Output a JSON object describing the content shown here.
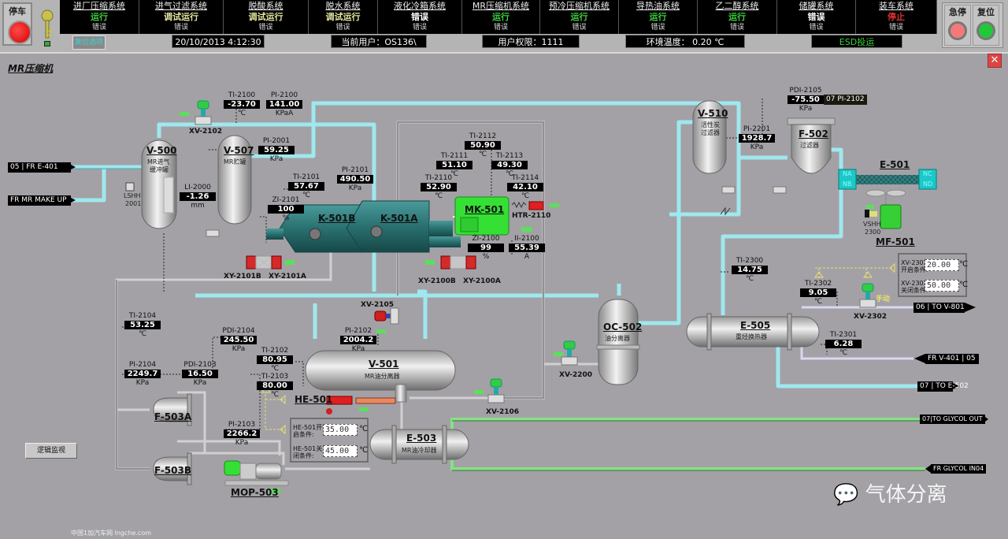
{
  "header": {
    "stop_button_label": "停车",
    "reset_select_label": "复位选项",
    "systems": [
      {
        "name": "进厂压缩系统",
        "status": "运行",
        "status_color": "#3ecf3e",
        "error": "错误"
      },
      {
        "name": "进气过滤系统",
        "status": "调试运行",
        "status_color": "#e6e6a0",
        "error": "错误"
      },
      {
        "name": "脱酸系统",
        "status": "调试运行",
        "status_color": "#e6e6a0",
        "error": "错误"
      },
      {
        "name": "脱水系统",
        "status": "调试运行",
        "status_color": "#e6e6a0",
        "error": "错误"
      },
      {
        "name": "液化冷箱系统",
        "status": "错误",
        "status_color": "#ffffff",
        "error": "错误"
      },
      {
        "name": "MR压缩机系统",
        "status": "运行",
        "status_color": "#3ecf3e",
        "error": "错误"
      },
      {
        "name": "预冷压缩机系统",
        "status": "运行",
        "status_color": "#3ecf3e",
        "error": "错误"
      },
      {
        "name": "导热油系统",
        "status": "运行",
        "status_color": "#3ecf3e",
        "error": "错误"
      },
      {
        "name": "乙二醇系统",
        "status": "运行",
        "status_color": "#3ecf3e",
        "error": "错误"
      },
      {
        "name": "储罐系统",
        "status": "错误",
        "status_color": "#ffffff",
        "error": "错误"
      },
      {
        "name": "装车系统",
        "status": "停止",
        "status_color": "#e03030",
        "error": "错误"
      }
    ],
    "datetime": "20/10/2013 4:12:30",
    "current_user": "当前用户：OS136\\",
    "user_rights": "用户权限：1111",
    "ambient_temp": "环境温度：  0.20   ℃",
    "esd_status": "ESD投运",
    "esd_label": "急停",
    "reset_label": "复位"
  },
  "page": {
    "title": "MR压缩机",
    "logic_button": "逻辑监视",
    "footer": "中国1加汽车网  lngche.com",
    "watermark": "气体分离"
  },
  "equipment": {
    "v500": {
      "name": "V-500",
      "desc1": "MR进气",
      "desc2": "缓冲罐"
    },
    "v507": {
      "name": "V-507",
      "desc1": "MR贮罐"
    },
    "k501b": {
      "name": "K-501B"
    },
    "k501a": {
      "name": "K-501A"
    },
    "mk501": {
      "name": "MK-501"
    },
    "v510": {
      "name": "V-510",
      "desc1": "活性炭",
      "desc2": "过滤器"
    },
    "f502": {
      "name": "F-502",
      "desc1": "过滤器"
    },
    "e501": {
      "name": "E-501",
      "na": "NA",
      "nb": "NB",
      "nc": "NC",
      "nd": "ND"
    },
    "mf501": {
      "name": "MF-501",
      "vshh": "VSHH",
      "vshh_no": "2300"
    },
    "oc502": {
      "name": "OC-502",
      "desc1": "油分离器"
    },
    "e505": {
      "name": "E-505",
      "desc1": "重烃换热器"
    },
    "v501": {
      "name": "V-501",
      "desc1": "MR油分离器"
    },
    "he501": {
      "name": "HE-501"
    },
    "e503": {
      "name": "E-503",
      "desc1": "MR油冷却器"
    },
    "f503a": {
      "name": "F-503A"
    },
    "f503b": {
      "name": "F-503B"
    },
    "mop503": {
      "name": "MOP-503"
    },
    "lshh": {
      "label": "LSHH",
      "no": "2001"
    },
    "htr": {
      "name": "HTR-2110"
    }
  },
  "valves": {
    "xv2102": "XV-2102",
    "xv2105": "XV-2105",
    "xv2106": "XV-2106",
    "xv2200": "XV-2200",
    "xv2302": "XV-2302",
    "xv2302_mode": "手动",
    "xy2101b": "XY-2101B",
    "xy2101a": "XY-2101A",
    "xy2100b": "XY-2100B",
    "xy2100a": "XY-2100A"
  },
  "tags": {
    "ti2100": {
      "id": "TI-2100",
      "value": "-23.70",
      "unit": "℃"
    },
    "pi2100": {
      "id": "PI-2100",
      "value": "141.00",
      "unit": "KPaA"
    },
    "pi2001": {
      "id": "PI-2001",
      "value": "59.25",
      "unit": "KPa"
    },
    "li2000": {
      "id": "LI-2000",
      "value": "-1.26",
      "unit": "mm"
    },
    "ti2101": {
      "id": "TI-2101",
      "value": "57.67",
      "unit": "℃"
    },
    "pi2101": {
      "id": "PI-2101",
      "value": "490.50",
      "unit": "KPa"
    },
    "zi2101": {
      "id": "ZI-2101",
      "value": "100",
      "unit": "%"
    },
    "ti2112": {
      "id": "TI-2112",
      "value": "50.90",
      "unit": "℃"
    },
    "ti2111": {
      "id": "TI-2111",
      "value": "51.10",
      "unit": "℃"
    },
    "ti2113": {
      "id": "TI-2113",
      "value": "49.30",
      "unit": "℃"
    },
    "ti2110": {
      "id": "TI-2110",
      "value": "52.90",
      "unit": "℃"
    },
    "ti2114": {
      "id": "TI-2114",
      "value": "42.10",
      "unit": "℃"
    },
    "zi2100": {
      "id": "ZI-2100",
      "value": "99",
      "unit": "%"
    },
    "ii2100": {
      "id": "II-2100",
      "value": "55.39",
      "unit": "A"
    },
    "pdi2105": {
      "id": "PDI-2105",
      "value": "-75.50",
      "unit": "KPa"
    },
    "pi2201": {
      "id": "PI-2201",
      "value": "1928.7",
      "unit": "KPa"
    },
    "ti2300": {
      "id": "TI-2300",
      "value": "14.75",
      "unit": "℃"
    },
    "ti2302": {
      "id": "TI-2302",
      "value": "9.05",
      "unit": "℃"
    },
    "ti2301": {
      "id": "TI-2301",
      "value": "6.28",
      "unit": "℃"
    },
    "ti2104": {
      "id": "TI-2104",
      "value": "53.25",
      "unit": "℃"
    },
    "pdi2104": {
      "id": "PDI-2104",
      "value": "245.50",
      "unit": "KPa"
    },
    "pi2102": {
      "id": "PI-2102",
      "value": "2004.2",
      "unit": "KPa"
    },
    "pi2104": {
      "id": "PI-2104",
      "value": "2249.7",
      "unit": "KPa"
    },
    "pdi2103": {
      "id": "PDI-2103",
      "value": "16.50",
      "unit": "KPa"
    },
    "ti2102": {
      "id": "TI-2102",
      "value": "80.95",
      "unit": "℃"
    },
    "ti2103": {
      "id": "TI-2103",
      "value": "80.00",
      "unit": "℃"
    },
    "pi2103": {
      "id": "PI-2103",
      "value": "2266.2",
      "unit": "KPa"
    }
  },
  "streams": {
    "fr_e401": {
      "no": "05",
      "label": "FR E-401"
    },
    "fr_mr_makeup": {
      "label": "FR MR MAKE UP"
    },
    "pi2102_ref": {
      "no": "07",
      "label": "PI-2102"
    },
    "to_v801": {
      "no": "06",
      "label": "TO V-801"
    },
    "fr_v401": {
      "no": "05",
      "label": "FR V-401"
    },
    "to_e502": {
      "no": "07",
      "label": "TO E-502"
    },
    "to_glycol_out": {
      "no": "07",
      "label": "TO GLYCOL OUT"
    },
    "fr_glycol_in": {
      "no": "04",
      "label": "FR GLYCOL IN"
    }
  },
  "setpoints": {
    "xv2302_open_label": "XV-2302开启条件:",
    "xv2302_open": "20.00",
    "xv2302_close_label": "XV-2302关闭条件:",
    "xv2302_close": "50.00",
    "he501_on_label": "HE-501开启条件:",
    "he501_on": "35.00",
    "he501_off_label": "HE-501关闭条件:",
    "he501_off": "45.00",
    "unit": "℃"
  }
}
